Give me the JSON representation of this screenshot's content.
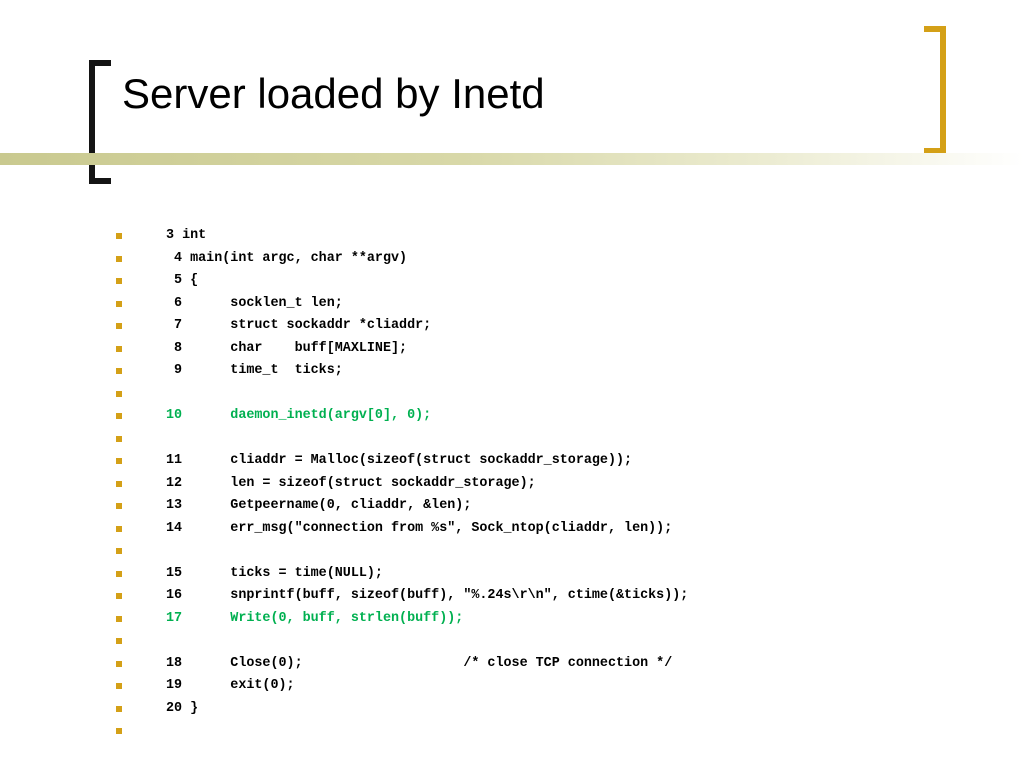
{
  "slide": {
    "title": "Server loaded by Inetd",
    "colors": {
      "bullet": "#d4a017",
      "right_bracket": "#d4a017",
      "left_bracket": "#141414",
      "highlight": "#00b050"
    },
    "lines": [
      {
        "text": "3 int",
        "highlight": false
      },
      {
        "text": " 4 main(int argc, char **argv)",
        "highlight": false
      },
      {
        "text": " 5 {",
        "highlight": false
      },
      {
        "text": " 6      socklen_t len;",
        "highlight": false
      },
      {
        "text": " 7      struct sockaddr *cliaddr;",
        "highlight": false
      },
      {
        "text": " 8      char    buff[MAXLINE];",
        "highlight": false
      },
      {
        "text": " 9      time_t  ticks;",
        "highlight": false
      },
      {
        "text": "",
        "highlight": false
      },
      {
        "text": "10      daemon_inetd(argv[0], 0);",
        "highlight": true
      },
      {
        "text": "",
        "highlight": false
      },
      {
        "text": "11      cliaddr = Malloc(sizeof(struct sockaddr_storage));",
        "highlight": false
      },
      {
        "text": "12      len = sizeof(struct sockaddr_storage);",
        "highlight": false
      },
      {
        "text": "13      Getpeername(0, cliaddr, &len);",
        "highlight": false
      },
      {
        "text": "14      err_msg(\"connection from %s\", Sock_ntop(cliaddr, len));",
        "highlight": false
      },
      {
        "text": "",
        "highlight": false
      },
      {
        "text": "15      ticks = time(NULL);",
        "highlight": false
      },
      {
        "text": "16      snprintf(buff, sizeof(buff), \"%.24s\\r\\n\", ctime(&ticks));",
        "highlight": false
      },
      {
        "text": "17      Write(0, buff, strlen(buff));",
        "highlight": true
      },
      {
        "text": "",
        "highlight": false
      },
      {
        "text": "18      Close(0);                    /* close TCP connection */",
        "highlight": false
      },
      {
        "text": "19      exit(0);",
        "highlight": false
      },
      {
        "text": "20 }",
        "highlight": false
      },
      {
        "text": "",
        "highlight": false
      }
    ]
  }
}
